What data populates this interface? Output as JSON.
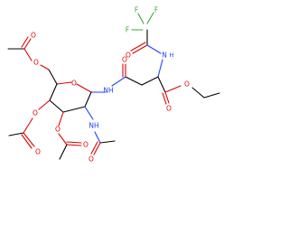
{
  "atoms": {
    "F": "F",
    "O": "O",
    "N": "N",
    "H": "H",
    "NH": "NH"
  },
  "colors": {
    "carbon": "#000000",
    "oxygen": "#e00000",
    "nitrogen": "#1f3fff",
    "fluorine": "#33aa33",
    "background": "#ffffff"
  }
}
